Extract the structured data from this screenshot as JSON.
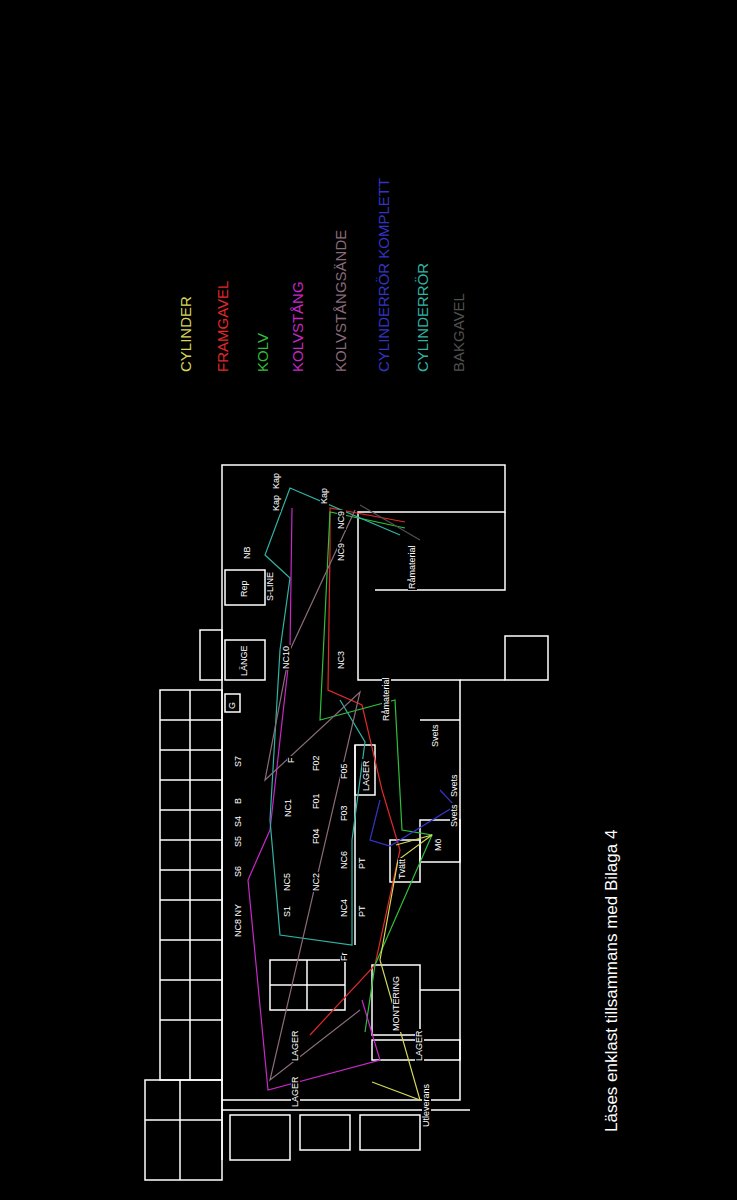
{
  "diagram": {
    "caption": "Läses enklast tillsammans med Bilaga 4",
    "labels": [
      "Kap",
      "Kap",
      "Kap",
      "NB",
      "Rep",
      "S-LINE",
      "NC9",
      "NC9",
      "Råmaterial",
      "NC10",
      "NC3",
      "LÄNGE",
      "Råmaterial",
      "G",
      "S7",
      "F",
      "F02",
      "F05",
      "LAGER",
      "Svets",
      "B",
      "F01",
      "NC1",
      "F03",
      "S4",
      "F04",
      "Svets",
      "S5",
      "Svets",
      "NC6",
      "PT",
      "Tvätt",
      "Mö",
      "S6",
      "NC5",
      "NC2",
      "NC8 NY",
      "S1",
      "NC4",
      "PT",
      "Fr",
      "LAGER",
      "MONTERING",
      "LAGER",
      "Utleverans",
      "LAGER"
    ],
    "legend": [
      {
        "text": "CYLINDER",
        "color": "#d6d65a"
      },
      {
        "text": "FRAMGAVEL",
        "color": "#e02828"
      },
      {
        "text": "KOLV",
        "color": "#2fbf3a"
      },
      {
        "text": "KOLVSTÅNG",
        "color": "#c828c8"
      },
      {
        "text": "KOLVSTÅNGSÄNDE",
        "color": "#8a6c7c"
      },
      {
        "text": "CYLINDERRÖR KOMPLETT",
        "color": "#3434c4"
      },
      {
        "text": "CYLINDERRÖR",
        "color": "#30b4a4"
      },
      {
        "text": "BAKGAVEL",
        "color": "#505050"
      }
    ]
  }
}
